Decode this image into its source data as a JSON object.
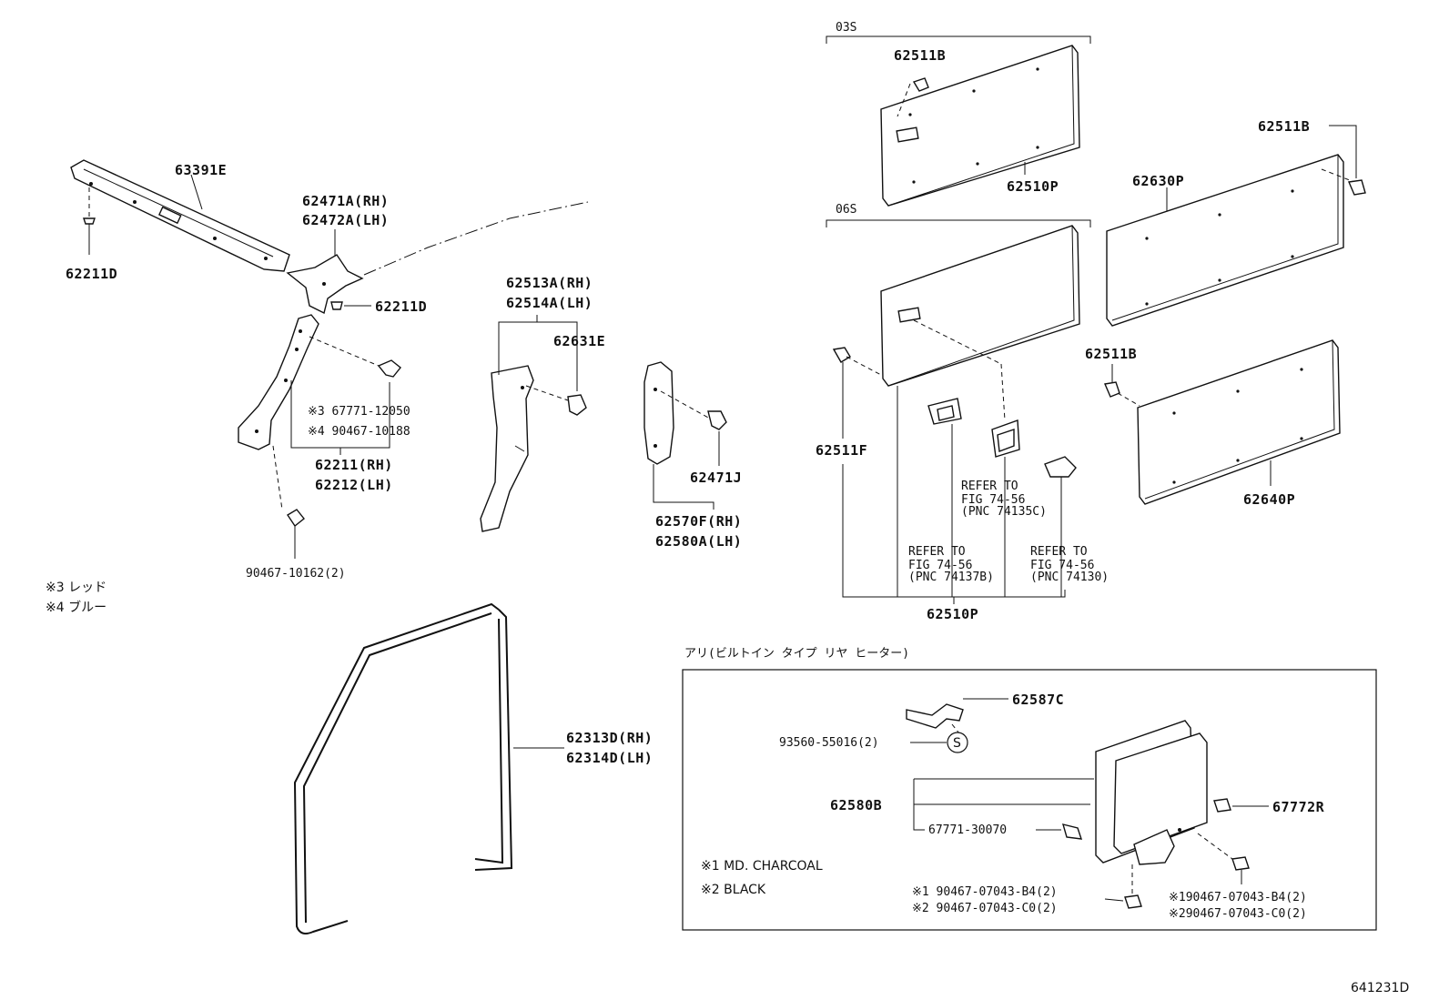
{
  "labels": {
    "p63391E": "63391E",
    "p62211D_a": "62211D",
    "p62471A": "62471A(RH)",
    "p62472A": "62472A(LH)",
    "p62211D_b": "62211D",
    "p67771_12050": "※3 67771-12050",
    "p90467_10188": "※4 90467-10188",
    "p62211": "62211(RH)",
    "p62212": "62212(LH)",
    "p90467_10162": "90467-10162(2)",
    "note3": "※3 レッド",
    "note4": "※4 ブルー",
    "p62513A": "62513A(RH)",
    "p62514A": "62514A(LH)",
    "p62631E": "62631E",
    "p62471J": "62471J",
    "p62570F": "62570F(RH)",
    "p62580A": "62580A(LH)",
    "p62313D": "62313D(RH)",
    "p62314D": "62314D(LH)",
    "s03": "03S",
    "s06": "06S",
    "p62511B_a": "62511B",
    "p62510P_a": "62510P",
    "p62511B_b": "62511B",
    "p62630P": "62630P",
    "p62511B_c": "62511B",
    "p62640P": "62640P",
    "p62511F": "62511F",
    "ref1_a": "REFER TO",
    "ref1_b": "FIG 74-56",
    "ref1_c": "(PNC 74135C)",
    "ref2_a": "REFER TO",
    "ref2_b": "FIG 74-56",
    "ref2_c": "(PNC 74137B)",
    "ref3_a": "REFER TO",
    "ref3_b": "FIG 74-56",
    "ref3_c": "(PNC 74130)",
    "p62510P_b": "62510P",
    "heater_title": "アリ(ビルトイン タイプ リヤ ヒーター)",
    "p62587C": "62587C",
    "p93560": "93560-55016(2)",
    "s_symbol": "S",
    "p62580B": "62580B",
    "p67771_30070": "67771-30070",
    "p67772R": "67772R",
    "note1": "※1  MD. CHARCOAL",
    "note2": "※2  BLACK",
    "f1_b4": "※1 90467-07043-B4(2)",
    "f2_c0": "※2 90467-07043-C0(2)",
    "f3_b4": "※190467-07043-B4(2)",
    "f4_c0": "※290467-07043-C0(2)",
    "fig_id": "641231D"
  }
}
